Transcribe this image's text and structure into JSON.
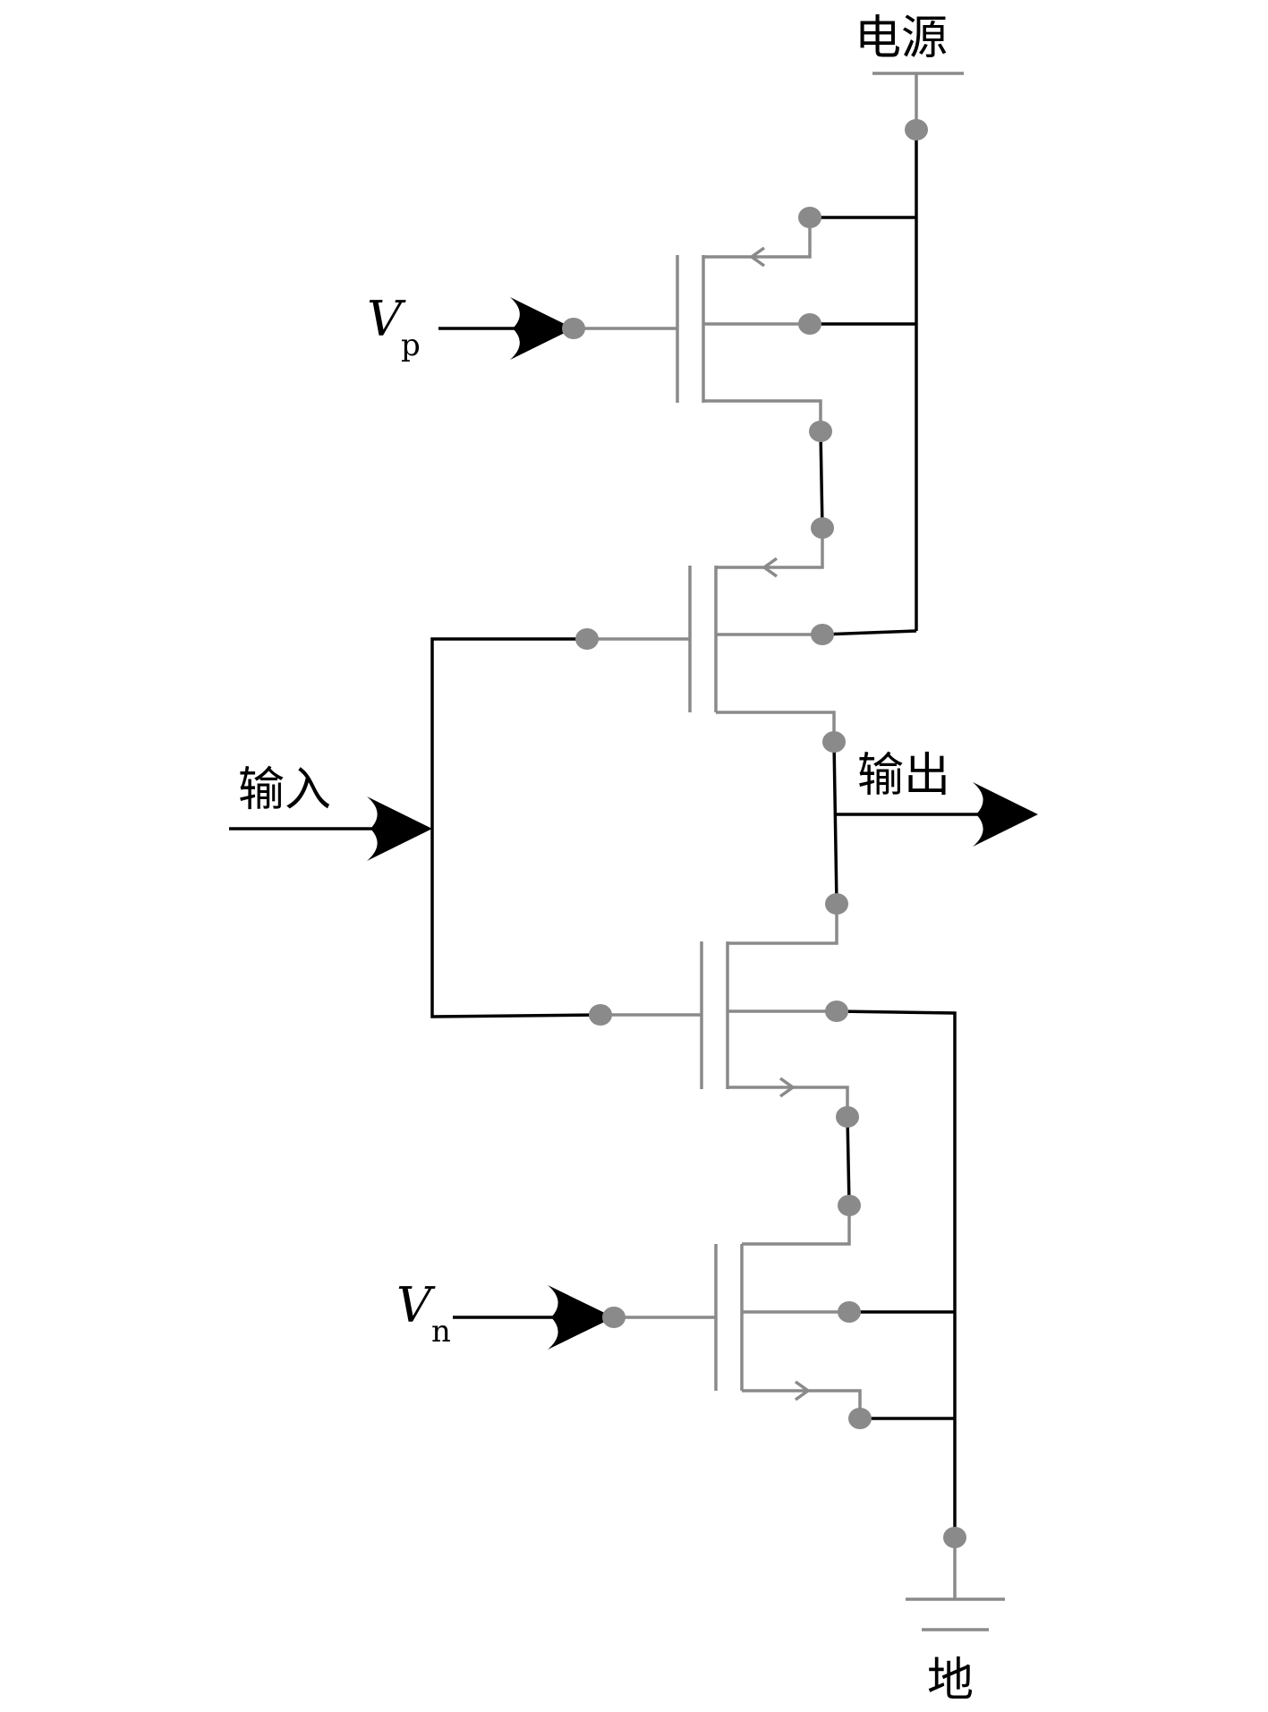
{
  "labels": {
    "power": "电源",
    "ground": "地",
    "input": "输入",
    "output": "输出",
    "vp_main": "V",
    "vp_sub": "p",
    "vn_main": "V",
    "vn_sub": "n"
  },
  "colors": {
    "component": "#8a8a8a",
    "wire": "#000000",
    "terminal": "#8a8a8a"
  }
}
